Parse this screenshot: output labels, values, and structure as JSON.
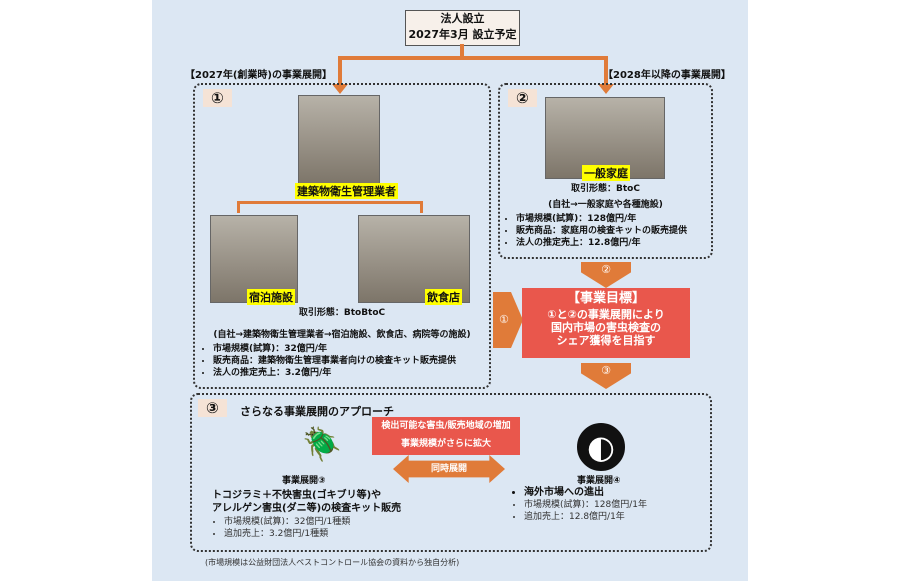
{
  "top": {
    "line1": "法人設立",
    "line2": "2027年3月 設立予定"
  },
  "left_header": "【2027年(創業時)の事業展開】",
  "right_header": "【2028年以降の事業展開】",
  "box1": {
    "num": "①",
    "main_label": "建築物衛生管理業者",
    "sub1": "宿泊施設",
    "sub2": "飲食店",
    "trade": "取引形態：BtoBtoC",
    "flow": "(自社→建築物衛生管理業者→宿泊施設、飲食店、病院等の施設)",
    "bullets": [
      "市場規模(試算)：32億円/年",
      "販売商品：建築物衛生管理事業者向けの検査キット販売提供",
      "法人の推定売上：3.2億円/年"
    ]
  },
  "box2": {
    "num": "②",
    "label": "一般家庭",
    "trade": "取引形態：BtoC",
    "flow": "(自社→一般家庭や各種施設)",
    "bullets": [
      "市場規模(試算)：128億円/年",
      "販売商品：家庭用の検査キットの販売提供",
      "法人の推定売上：12.8億円/年"
    ]
  },
  "goal": {
    "title": "【事業目標】",
    "lines": [
      "①と②の事業展開により",
      "国内市場の害虫検査の",
      "シェア獲得を目指す"
    ],
    "arrow_in_top": "②",
    "arrow_in_left": "①",
    "arrow_out": "③"
  },
  "box3": {
    "num": "③",
    "title": "さらなる事業展開のアプローチ",
    "red_lines": [
      "検出可能な害虫/販売地域の増加",
      "事業規模がさらに拡大"
    ],
    "double_arrow": "同時展開",
    "left": {
      "title": "事業展開③",
      "desc": [
        "トコジラミ＋不快害虫(ゴキブリ等)や",
        "アレルゲン害虫(ダニ等)の検査キット販売"
      ],
      "bullets": [
        "市場規模(試算)：32億円/1種類",
        "追加売上：3.2億円/1種類"
      ]
    },
    "right": {
      "title": "事業展開④",
      "bold_bullet": "海外市場への進出",
      "bullets": [
        "市場規模(試算)：128億円/1年",
        "追加売上：12.8億円/1年"
      ]
    }
  },
  "footnote": "(市場規模は公益財団法人ペストコントロール協会の資料から独自分析)"
}
